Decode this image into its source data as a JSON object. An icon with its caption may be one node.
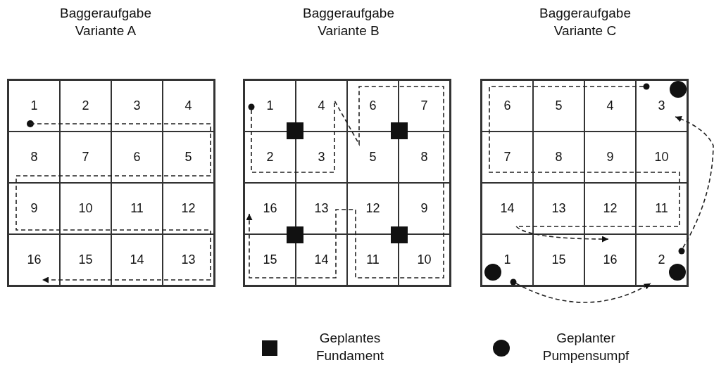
{
  "diagram": {
    "labels": [
      "Baggeraufgabe Variante A",
      "Baggeraufgabe Variante B",
      "Baggeraufgabe Variante C",
      "1",
      "2",
      "3",
      "4",
      "8",
      "7",
      "6",
      "5",
      "9",
      "10",
      "11",
      "12",
      "16",
      "15",
      "14",
      "13",
      "1",
      "4",
      "6",
      "7",
      "2",
      "3",
      "5",
      "8",
      "16",
      "13",
      "12",
      "9",
      "15",
      "14",
      "11",
      "10",
      "6",
      "5",
      "4",
      "3",
      "7",
      "8",
      "9",
      "10",
      "14",
      "13",
      "12",
      "11",
      "1",
      "15",
      "16",
      "2"
    ],
    "legend": [
      {
        "text": "Geplantes Fundament"
      },
      {
        "text": "Geplanter Pumpensumpf"
      }
    ]
  }
}
